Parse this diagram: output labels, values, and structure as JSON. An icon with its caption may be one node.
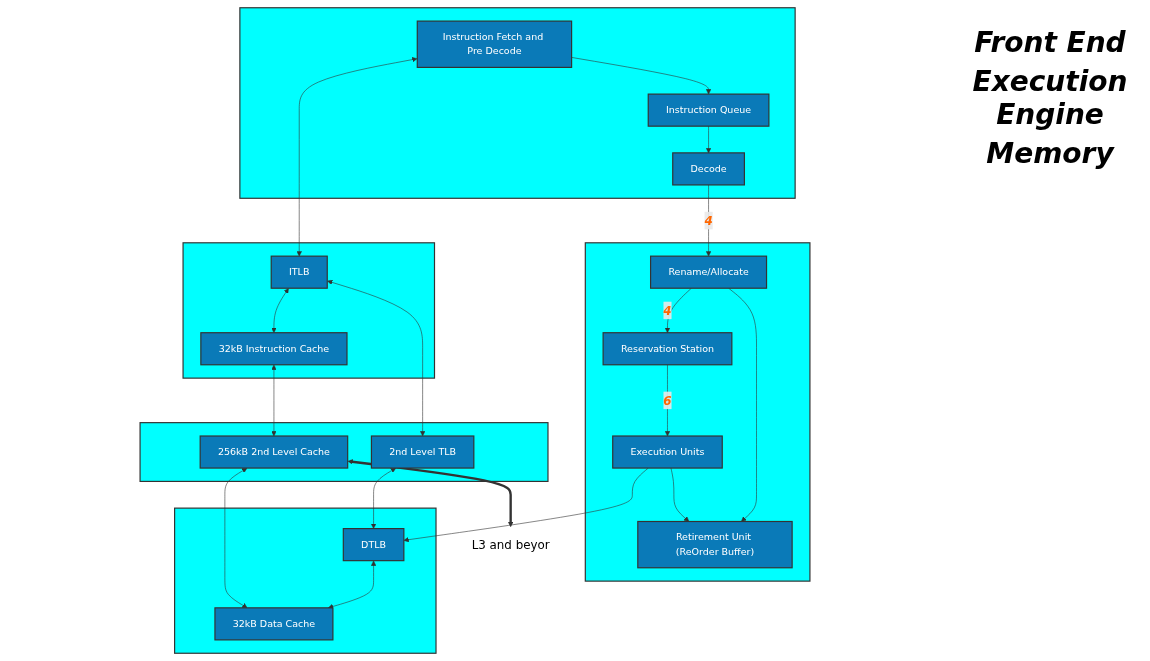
{
  "diagram": {
    "nodes": [
      {
        "text": [],
        "shape": "box"
      },
      {
        "text": [
          "Instruction Fetch and Pre Decode"
        ],
        "in": 0
      },
      {
        "text": [
          "Instruction Queue"
        ],
        "in": 0
      },
      {
        "text": [
          "Decode"
        ],
        "in": 0
      },
      {
        "text": [],
        "shape": "box"
      },
      {
        "text": [
          "ITLB"
        ],
        "in": 4
      },
      {
        "text": [
          "32kB Instruction Cache"
        ],
        "in": 4
      },
      {
        "text": [],
        "shape": "box"
      },
      {
        "text": [
          "Rename/Allocate"
        ],
        "in": 7
      },
      {
        "text": [
          "Retirement Unit (ReOrder Buffer)"
        ],
        "in": 7
      },
      {
        "text": [
          "Reservation Station"
        ],
        "in": 7
      },
      {
        "text": [
          "Execution Units"
        ],
        "in": 7
      },
      {
        "text": [],
        "shape": "box"
      },
      {
        "text": [
          "2nd Level TLB"
        ],
        "in": 12
      },
      {
        "text": [
          "256kB 2nd Level Cache"
        ],
        "in": 12
      },
      {
        "text": [
          "L3 and beyor"
        ]
      },
      {
        "text": [],
        "shape": "box"
      },
      {
        "text": [
          "DTLB"
        ],
        "in": 16
      },
      {
        "text": [
          "32kB Data Cache"
        ],
        "in": 16
      }
    ],
    "edges": [
      {
        "from": 1,
        "to": 5,
        "arrow": "both"
      },
      {
        "from": 5,
        "to": 6,
        "arrow": "both"
      },
      {
        "from": 1,
        "to": 2,
        "arrow": "to"
      },
      {
        "from": 2,
        "to": 3,
        "arrow": "to"
      },
      {
        "from": 3,
        "to": 8,
        "arrow": "to",
        "label": "4"
      },
      {
        "from": 8,
        "to": 9,
        "arrow": "to"
      },
      {
        "from": 8,
        "to": 10,
        "arrow": "to",
        "label": "4"
      },
      {
        "from": 10,
        "to": 11,
        "arrow": "to",
        "label": "6"
      },
      {
        "from": 11,
        "to": 9,
        "arrow": "to"
      },
      {
        "from": 11,
        "to": 17,
        "arrow": "to"
      },
      {
        "from": 5,
        "to": 13,
        "arrow": "both"
      },
      {
        "from": 6,
        "to": 14,
        "arrow": "both"
      },
      {
        "from": 13,
        "to": 17,
        "arrow": "both"
      },
      {
        "from": 17,
        "to": 18,
        "arrow": "both"
      },
      {
        "from": 14,
        "to": 18,
        "arrow": "both"
      },
      {
        "from": 14,
        "to": 15,
        "arrow": "both",
        "style": "thick"
      }
    ],
    "labels": [
      "Front End",
      "Execution Engine",
      "Memory"
    ]
  }
}
